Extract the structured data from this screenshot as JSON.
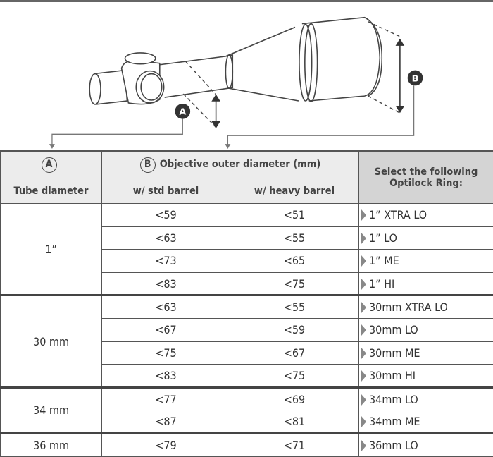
{
  "diagram": {
    "label_a": "A",
    "label_b": "B"
  },
  "table": {
    "header": {
      "a_circle": "A",
      "b_circle": "B",
      "objective": "Objective outer diameter (mm)",
      "tube": "Tube diameter",
      "std": "w/ std barrel",
      "heavy": "w/ heavy barrel",
      "select": "Select the following Optilock Ring:"
    },
    "groups": [
      {
        "tube": "1”",
        "rows": [
          {
            "std": "<59",
            "heavy": "<51",
            "ring": "1” XTRA LO"
          },
          {
            "std": "<63",
            "heavy": "<55",
            "ring": "1” LO"
          },
          {
            "std": "<73",
            "heavy": "<65",
            "ring": "1” ME"
          },
          {
            "std": "<83",
            "heavy": "<75",
            "ring": "1” HI"
          }
        ]
      },
      {
        "tube": "30 mm",
        "rows": [
          {
            "std": "<63",
            "heavy": "<55",
            "ring": "30mm XTRA LO"
          },
          {
            "std": "<67",
            "heavy": "<59",
            "ring": "30mm LO"
          },
          {
            "std": "<75",
            "heavy": "<67",
            "ring": "30mm ME"
          },
          {
            "std": "<83",
            "heavy": "<75",
            "ring": "30mm HI"
          }
        ]
      },
      {
        "tube": "34 mm",
        "rows": [
          {
            "std": "<77",
            "heavy": "<69",
            "ring": "34mm LO"
          },
          {
            "std": "<87",
            "heavy": "<81",
            "ring": "34mm ME"
          }
        ]
      },
      {
        "tube": "36 mm",
        "rows": [
          {
            "std": "<79",
            "heavy": "<71",
            "ring": "36mm LO"
          }
        ]
      }
    ]
  }
}
